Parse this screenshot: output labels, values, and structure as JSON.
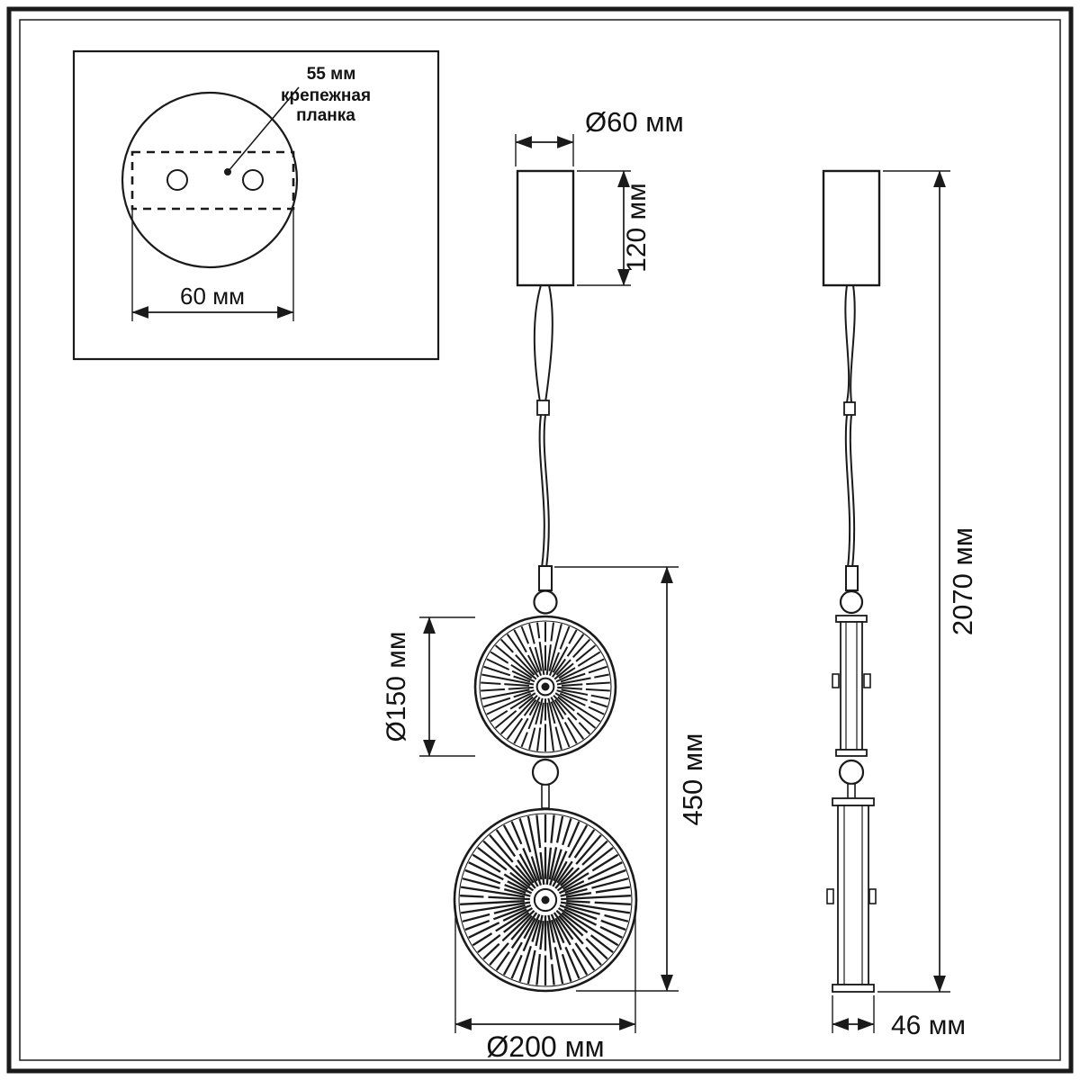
{
  "diagram": {
    "inset": {
      "hole_spacing_label": "55 мм",
      "plate_label_line1": "крепежная",
      "plate_label_line2": "планка",
      "base_diameter_label": "60 мм"
    },
    "front_view": {
      "canopy_diameter_label": "Ø60 мм",
      "canopy_height_label": "120 мм",
      "upper_disk_diameter_label": "Ø150 мм",
      "fixture_height_label": "450 мм",
      "lower_disk_diameter_label": "Ø200 мм"
    },
    "side_view": {
      "overall_height_label": "2070 мм",
      "depth_label": "46 мм"
    },
    "colors": {
      "ink": "#1a1a1a",
      "paper": "#ffffff"
    }
  }
}
